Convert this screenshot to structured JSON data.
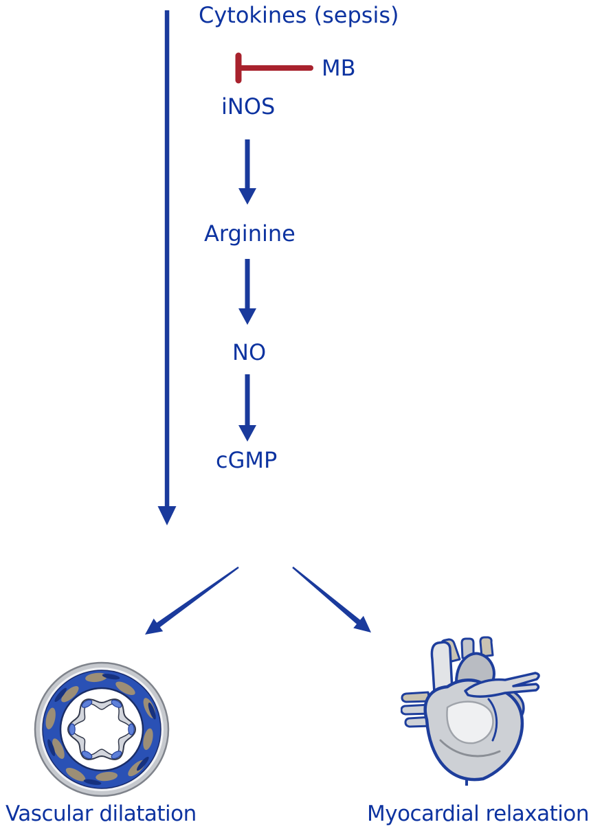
{
  "colors": {
    "background": "#ffffff",
    "text_blue": "#0d33a0",
    "arrow_blue": "#1a3a9c",
    "inhibit_red": "#a8222d",
    "vessel_blue": "#2a51b5",
    "vessel_tan": "#9c8e76",
    "vessel_silver": "#c6c9ce",
    "heart_gray": "#cdd0d5",
    "heart_outline_blue": "#1e3e9c"
  },
  "pathway": {
    "source": "Cytokines (sepsis)",
    "inhibitor": {
      "label": "MB",
      "action": "inhibits",
      "target": "iNOS"
    },
    "steps": [
      "iNOS",
      "Arginine",
      "NO",
      "cGMP"
    ],
    "outcomes": [
      {
        "label": "Vascular dilatation",
        "icon": "blood-vessel-cross-section-icon"
      },
      {
        "label": "Myocardial relaxation",
        "icon": "heart-anatomy-icon"
      }
    ]
  }
}
